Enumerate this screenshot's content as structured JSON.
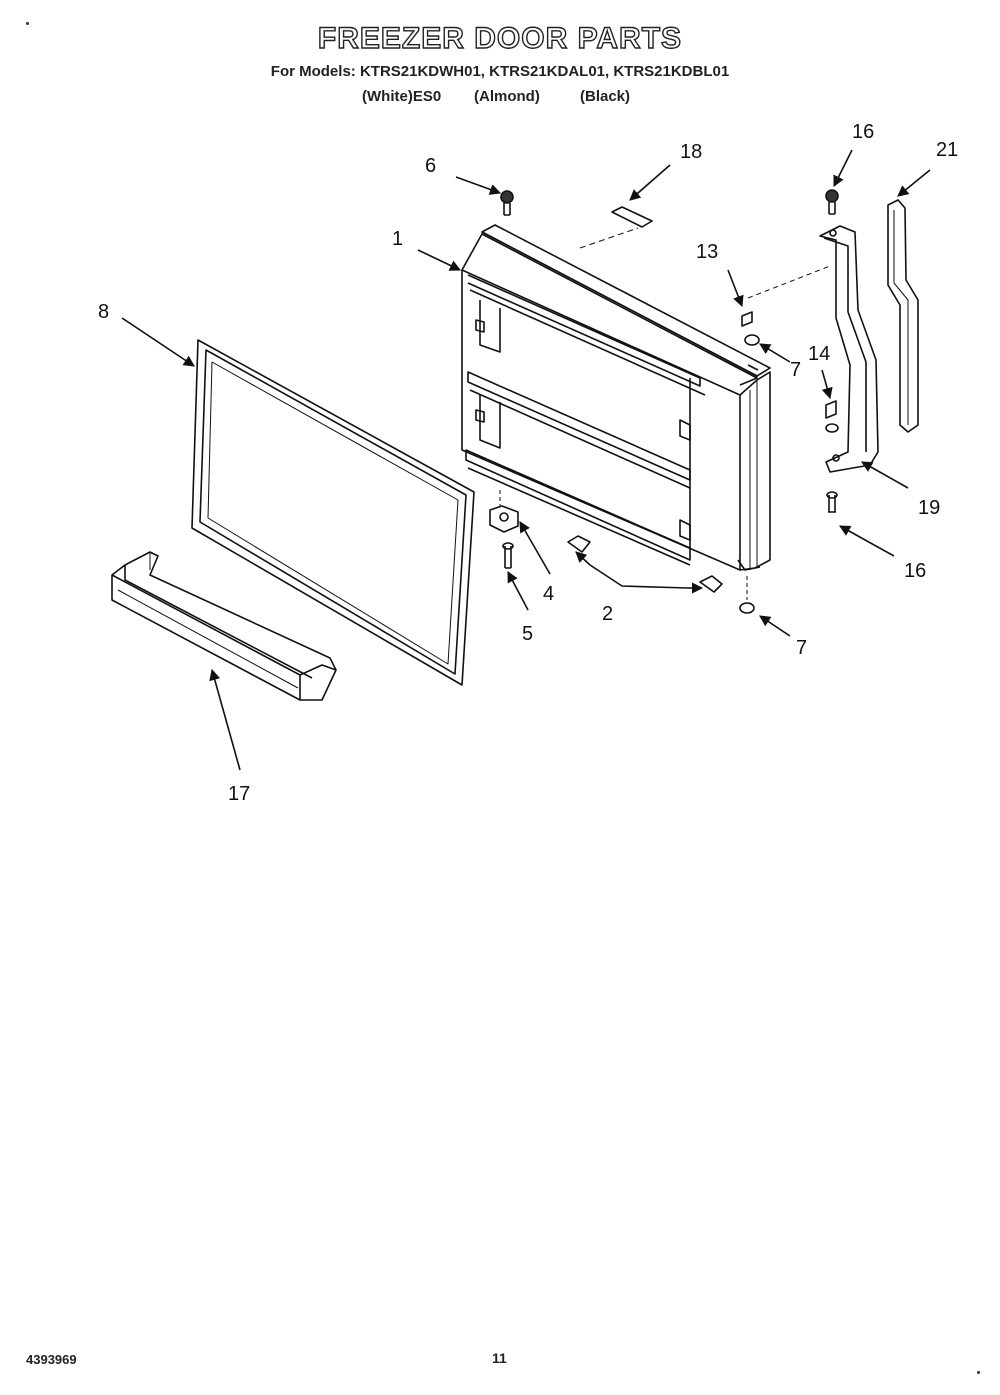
{
  "header": {
    "title": "FREEZER DOOR PARTS",
    "models_line": "For Models: KTRS21KDWH01, KTRS21KDAL01, KTRS21KDBL01",
    "colors": [
      "(White)ES0",
      "(Almond)",
      "(Black)"
    ]
  },
  "callouts": [
    "1",
    "2",
    "4",
    "5",
    "6",
    "7",
    "7",
    "8",
    "13",
    "14",
    "16",
    "16",
    "17",
    "18",
    "19",
    "21"
  ],
  "footer": {
    "doc_number": "4393969",
    "page_number": "11"
  }
}
